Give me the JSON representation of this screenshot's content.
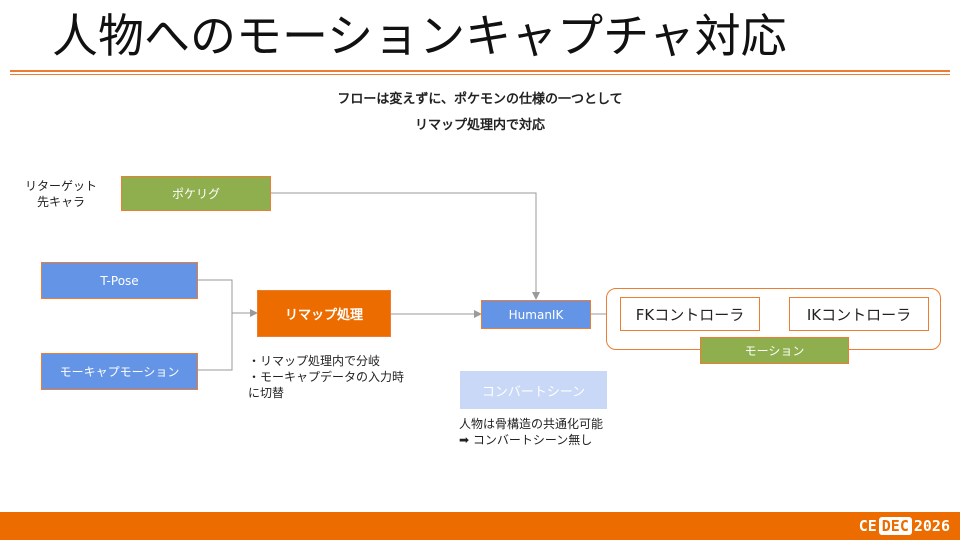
{
  "slide": {
    "title": "人物へのモーションキャプチャ対応",
    "subtitle_line1": "フローは変えずに、ポケモンの仕様の一つとして",
    "subtitle_line2": "リマップ処理内で対応"
  },
  "diagram": {
    "retarget_label_line1": "リターゲット",
    "retarget_label_line2": "先キャラ",
    "pokerig": "ポケリグ",
    "tpose": "T-Pose",
    "mocap_motion": "モーキャプモーション",
    "remap": "リマップ処理",
    "remap_note_line1": "・リマップ処理内で分岐",
    "remap_note_line2": "・モーキャプデータの入力時",
    "remap_note_line3": "に切替",
    "humanik": "HumanIK",
    "converter_scene": "コンバートシーン",
    "human_note_line1": "人物は骨構造の共通化可能",
    "human_note_line2": "➡ コンバートシーン無し",
    "fk_controller": "FKコントローラ",
    "ik_controller": "IKコントローラ",
    "motion": "モーション"
  },
  "footer": {
    "logo_part1": "CE",
    "logo_part2": "DEC",
    "logo_year": "2026"
  },
  "colors": {
    "accent": "#ED7D31",
    "footer": "#EC6C00",
    "green": "#8FAE4E",
    "blue": "#6494E6",
    "ghost": "#C8D8F6"
  }
}
